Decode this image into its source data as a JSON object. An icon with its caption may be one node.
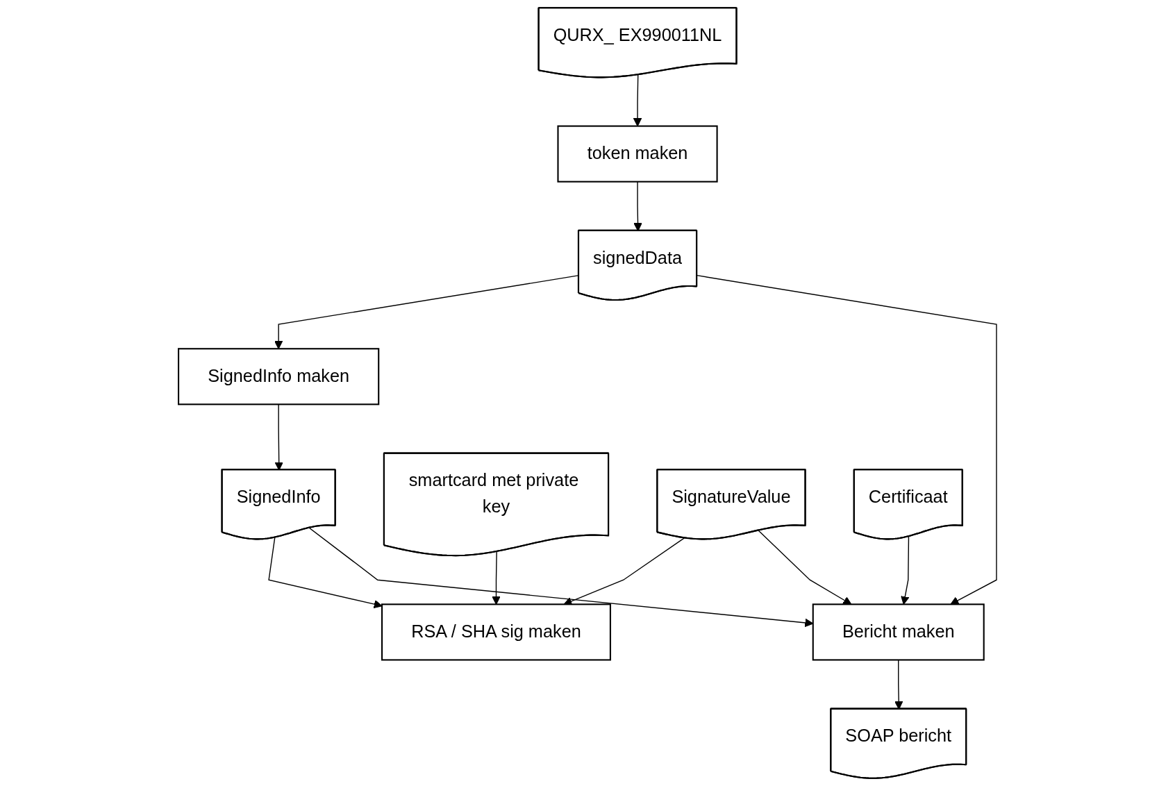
{
  "diagram": {
    "nodes": [
      {
        "text": [
          "QURX_ EX990011NL"
        ]
      },
      {
        "text": [
          "token maken"
        ]
      },
      {
        "text": [
          "signedData"
        ]
      },
      {
        "text": [
          "SignedInfo maken"
        ]
      },
      {
        "text": [
          "SignedInfo"
        ]
      },
      {
        "text": [
          "smartcard met private key"
        ]
      },
      {
        "text": [
          "RSA / SHA sig maken"
        ]
      },
      {
        "text": [
          "SignatureValue"
        ]
      },
      {
        "text": [
          "Certificaat"
        ]
      },
      {
        "text": [
          "Bericht maken"
        ]
      },
      {
        "text": [
          "SOAP bericht"
        ]
      }
    ],
    "edges": [
      {
        "from": 0,
        "to": 1,
        "arrow": "to"
      },
      {
        "from": 1,
        "to": 2,
        "arrow": "to"
      },
      {
        "from": 2,
        "to": 3,
        "arrow": "to"
      },
      {
        "from": 3,
        "to": 4,
        "arrow": "to"
      },
      {
        "from": 4,
        "to": 6,
        "arrow": "to"
      },
      {
        "from": 5,
        "to": 6,
        "arrow": "to"
      },
      {
        "from": 7,
        "to": 6,
        "arrow": "to"
      },
      {
        "from": 2,
        "to": 9,
        "arrow": "to"
      },
      {
        "from": 4,
        "to": 9,
        "arrow": "to"
      },
      {
        "from": 7,
        "to": 9,
        "arrow": "to"
      },
      {
        "from": 8,
        "to": 9,
        "arrow": "to"
      },
      {
        "from": 9,
        "to": 10,
        "arrow": "to"
      }
    ]
  }
}
